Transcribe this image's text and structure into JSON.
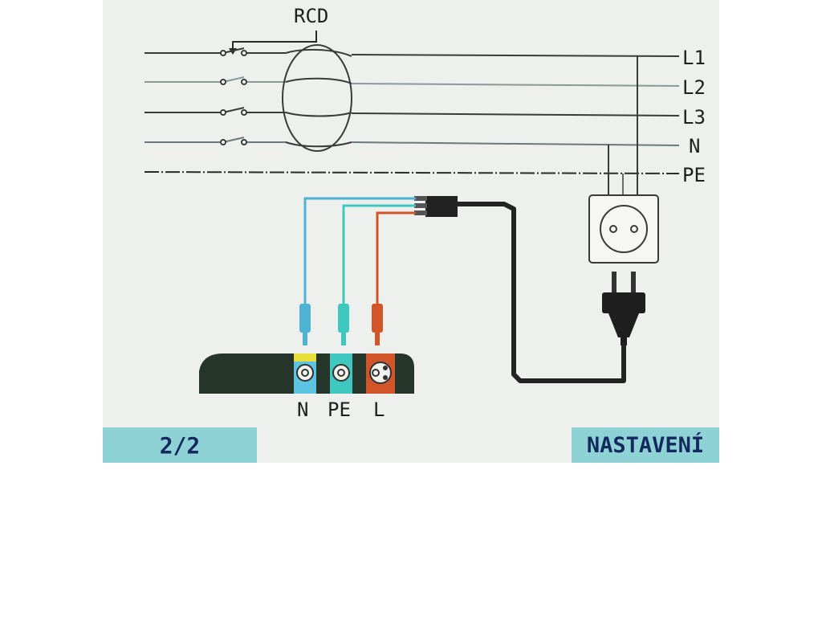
{
  "diagram": {
    "rcd_label": "RCD",
    "lines": [
      "L1",
      "L2",
      "L3",
      "N",
      "PE"
    ],
    "terminals": [
      "N",
      "PE",
      "L"
    ]
  },
  "footer": {
    "page_indicator": "2/2",
    "settings_label": "NASTAVENÍ"
  },
  "colors": {
    "screen_bg": "#eef0ee",
    "softkey_bg": "#8fd2d6",
    "softkey_text": "#142a5e",
    "probe_blue": "#4fb3d3",
    "probe_teal": "#3ec8c0",
    "probe_orange": "#d2552a",
    "terminal_yellow": "#e8df3a",
    "instrument_body": "#26352a"
  },
  "icons": [
    "rcd-breaker-icon",
    "wall-socket-icon",
    "mains-plug-icon",
    "test-instrument-icon"
  ]
}
